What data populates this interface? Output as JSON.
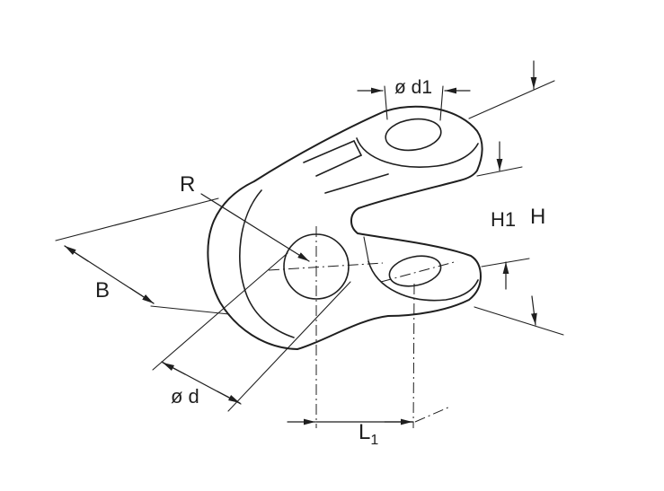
{
  "drawing": {
    "labels": {
      "d1": "ø d1",
      "R": "R",
      "H1": "H1",
      "H": "H",
      "B": "B",
      "d": "ø d",
      "L1_base": "L",
      "L1_sub": "1"
    },
    "colors": {
      "line": "#1f1f1f",
      "background": "#ffffff"
    }
  }
}
